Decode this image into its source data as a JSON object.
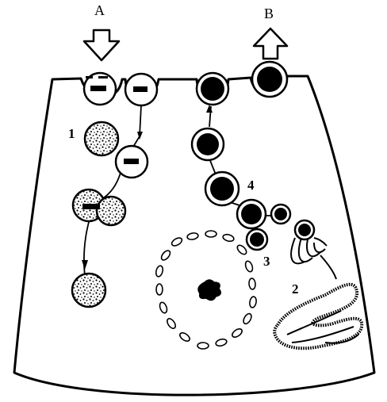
{
  "labels": {
    "arrow_in": "A",
    "arrow_out": "B",
    "pathway_lysosome": "1",
    "rough_er": "2",
    "golgi": "3",
    "secretory_pathway": "4"
  },
  "colors": {
    "ink": "#000000",
    "paper": "#ffffff"
  },
  "icons": {
    "arrow_in": "down-arrow-icon",
    "arrow_out": "up-arrow-icon"
  }
}
